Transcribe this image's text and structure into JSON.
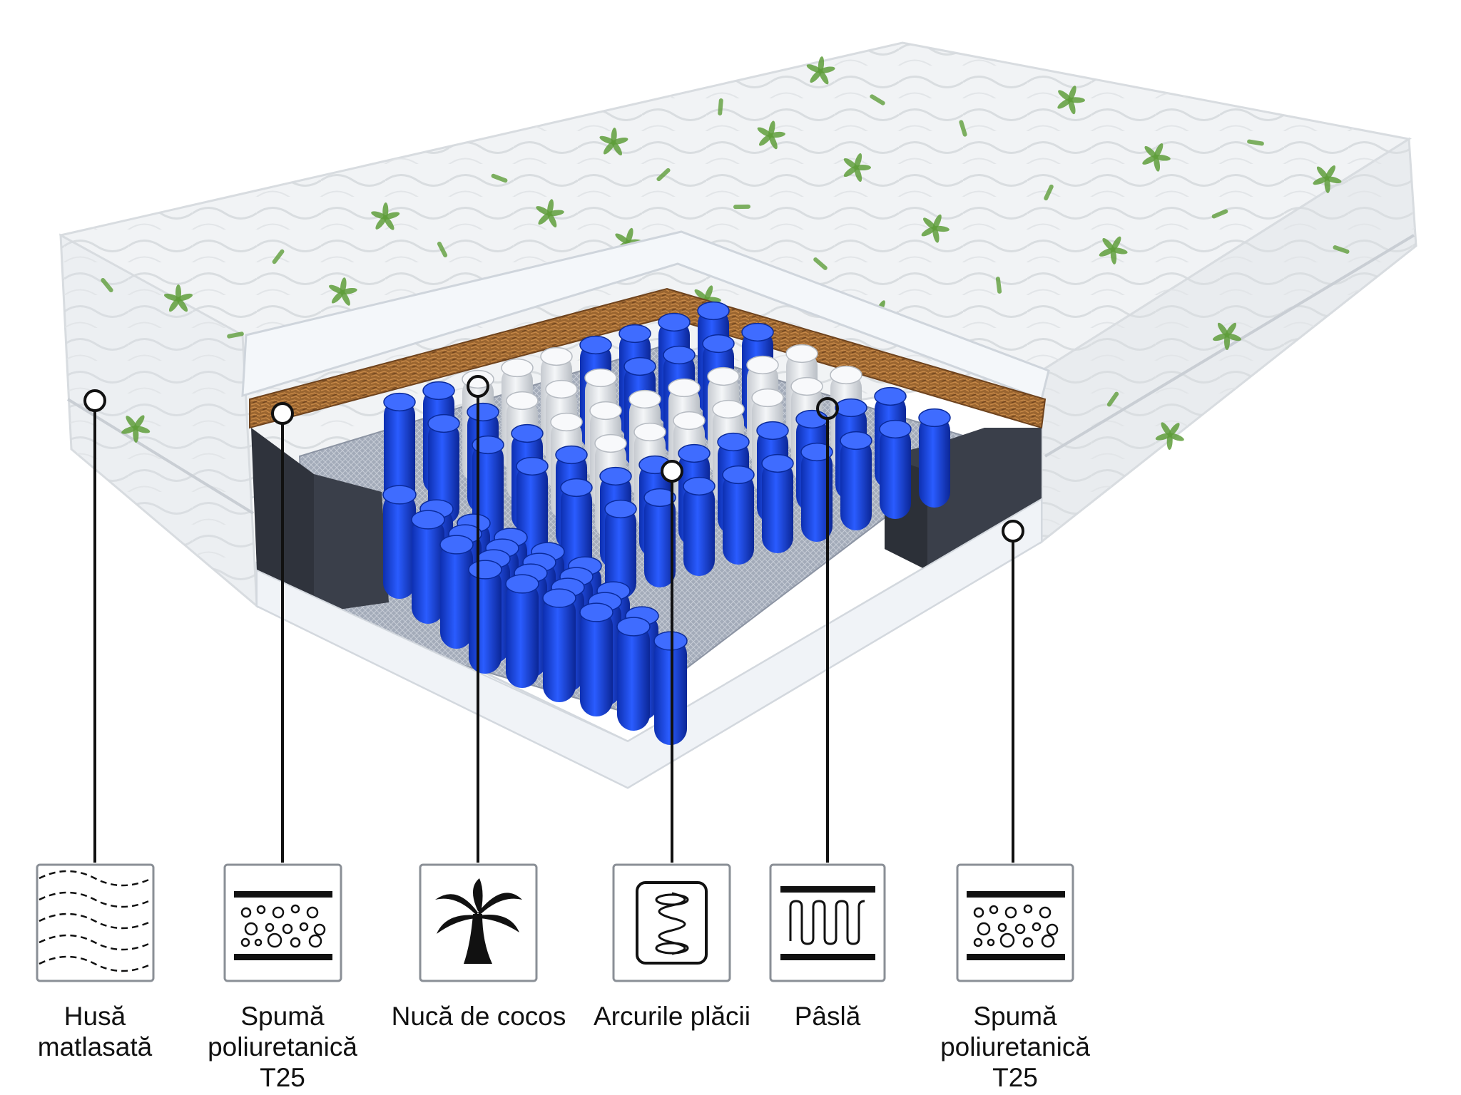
{
  "colors": {
    "cover": "#f1f3f5",
    "leaf": "#5f9e3b",
    "coir": "#9a6530",
    "foam_dark": "#383c46",
    "foam_white": "#eef3f8",
    "spring_blue": "#1746e0",
    "spring_white": "#e3e6ea",
    "felt": "#9aa3b3",
    "line": "#111111"
  },
  "layers": [
    {
      "id": "husa",
      "label_lines": [
        "Husă",
        "matlasată"
      ],
      "icon": "quilted-wave-icon"
    },
    {
      "id": "spuma-top",
      "label_lines": [
        "Spumă",
        "poliuretanică",
        "T25"
      ],
      "icon": "foam-bubbles-icon"
    },
    {
      "id": "nuca",
      "label_lines": [
        "Nucă de cocos"
      ],
      "icon": "palm-tree-icon"
    },
    {
      "id": "arcuri",
      "label_lines": [
        "Arcurile plăcii"
      ],
      "icon": "coil-spring-icon"
    },
    {
      "id": "pasla",
      "label_lines": [
        "Pâslă"
      ],
      "icon": "felt-zigzag-icon"
    },
    {
      "id": "spuma-side",
      "label_lines": [
        "Spumă",
        "poliuretanică",
        "T25"
      ],
      "icon": "foam-bubbles-icon"
    }
  ]
}
